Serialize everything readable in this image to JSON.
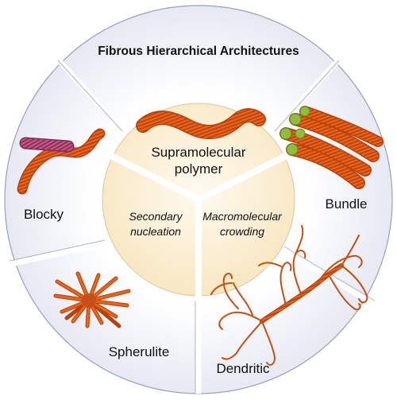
{
  "title": "Fibrous Hierarchical Architectures",
  "center": {
    "title_line1": "Supramolecular",
    "title_line2": "polymer",
    "left_line1": "Secondary",
    "left_line2": "nucleation",
    "right_line1": "Macromolecular",
    "right_line2": "crowding"
  },
  "segments": {
    "blocky": "Blocky",
    "bundle": "Bundle",
    "spherulite": "Spherulite",
    "dendritic": "Dendritic"
  },
  "colors": {
    "fiber_orange": "#e8641a",
    "fiber_dark": "#b8400c",
    "fiber_green": "#8fbe3c",
    "block_purple": "#9a3f7c",
    "center_fill": "#fbefcf",
    "ring_fill": "#eef0f7",
    "ring_stroke": "#9aa0b4"
  },
  "icons": {
    "supramolecular": "wavy-fiber-icon",
    "blocky": "blocky-fiber-icon",
    "bundle": "fiber-bundle-icon",
    "spherulite": "spherulite-icon",
    "dendritic": "dendritic-fiber-icon"
  }
}
